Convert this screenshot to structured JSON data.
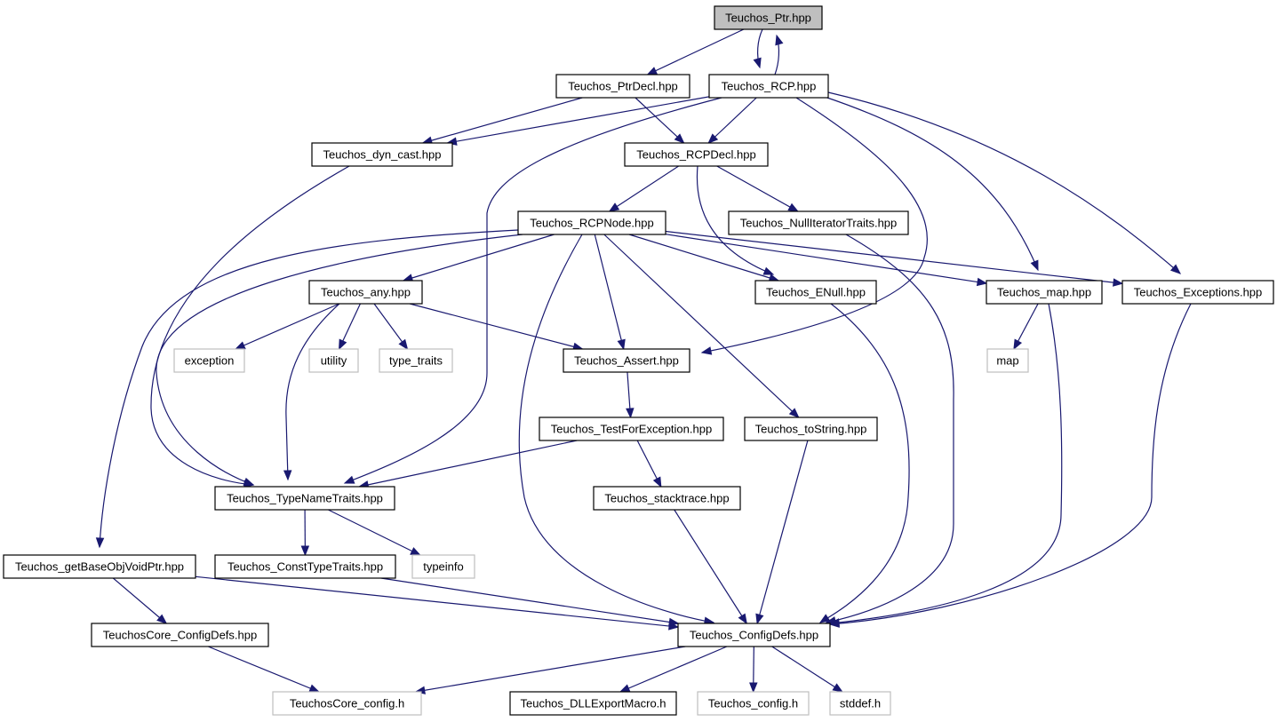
{
  "nodes": [
    {
      "id": "ptr",
      "label": "Teuchos_Ptr.hpp",
      "kind": "root"
    },
    {
      "id": "ptrdecl",
      "label": "Teuchos_PtrDecl.hpp",
      "kind": "file"
    },
    {
      "id": "rcp",
      "label": "Teuchos_RCP.hpp",
      "kind": "file"
    },
    {
      "id": "dyncast",
      "label": "Teuchos_dyn_cast.hpp",
      "kind": "file"
    },
    {
      "id": "rcpdecl",
      "label": "Teuchos_RCPDecl.hpp",
      "kind": "file"
    },
    {
      "id": "rcpnode",
      "label": "Teuchos_RCPNode.hpp",
      "kind": "file"
    },
    {
      "id": "nulliter",
      "label": "Teuchos_NullIteratorTraits.hpp",
      "kind": "file"
    },
    {
      "id": "any",
      "label": "Teuchos_any.hpp",
      "kind": "file"
    },
    {
      "id": "enull",
      "label": "Teuchos_ENull.hpp",
      "kind": "file"
    },
    {
      "id": "tmap",
      "label": "Teuchos_map.hpp",
      "kind": "file"
    },
    {
      "id": "exceptions",
      "label": "Teuchos_Exceptions.hpp",
      "kind": "file"
    },
    {
      "id": "exception",
      "label": "exception",
      "kind": "external"
    },
    {
      "id": "utility",
      "label": "utility",
      "kind": "external"
    },
    {
      "id": "typetraits",
      "label": "type_traits",
      "kind": "external"
    },
    {
      "id": "assert",
      "label": "Teuchos_Assert.hpp",
      "kind": "file"
    },
    {
      "id": "map",
      "label": "map",
      "kind": "external"
    },
    {
      "id": "testforexc",
      "label": "Teuchos_TestForException.hpp",
      "kind": "file"
    },
    {
      "id": "tostring",
      "label": "Teuchos_toString.hpp",
      "kind": "file"
    },
    {
      "id": "typenametraits",
      "label": "Teuchos_TypeNameTraits.hpp",
      "kind": "file"
    },
    {
      "id": "stacktrace",
      "label": "Teuchos_stacktrace.hpp",
      "kind": "file"
    },
    {
      "id": "getbaseobj",
      "label": "Teuchos_getBaseObjVoidPtr.hpp",
      "kind": "file"
    },
    {
      "id": "consttypetraits",
      "label": "Teuchos_ConstTypeTraits.hpp",
      "kind": "file"
    },
    {
      "id": "typeinfo",
      "label": "typeinfo",
      "kind": "external"
    },
    {
      "id": "coreconfigdefs",
      "label": "TeuchosCore_ConfigDefs.hpp",
      "kind": "file"
    },
    {
      "id": "configdefs",
      "label": "Teuchos_ConfigDefs.hpp",
      "kind": "file"
    },
    {
      "id": "coreconfig",
      "label": "TeuchosCore_config.h",
      "kind": "external"
    },
    {
      "id": "dllexport",
      "label": "Teuchos_DLLExportMacro.h",
      "kind": "file"
    },
    {
      "id": "tconfig",
      "label": "Teuchos_config.h",
      "kind": "external"
    },
    {
      "id": "stddef",
      "label": "stddef.h",
      "kind": "external"
    }
  ],
  "edges": [
    {
      "from": "ptr",
      "to": "ptrdecl"
    },
    {
      "from": "ptr",
      "to": "rcp"
    },
    {
      "from": "rcp",
      "to": "ptr"
    },
    {
      "from": "ptrdecl",
      "to": "dyncast"
    },
    {
      "from": "ptrdecl",
      "to": "rcpdecl"
    },
    {
      "from": "rcp",
      "to": "dyncast"
    },
    {
      "from": "rcp",
      "to": "rcpdecl"
    },
    {
      "from": "rcp",
      "to": "typenametraits"
    },
    {
      "from": "rcp",
      "to": "assert"
    },
    {
      "from": "rcp",
      "to": "tmap"
    },
    {
      "from": "rcp",
      "to": "exceptions"
    },
    {
      "from": "dyncast",
      "to": "typenametraits"
    },
    {
      "from": "rcpdecl",
      "to": "rcpnode"
    },
    {
      "from": "rcpdecl",
      "to": "nulliter"
    },
    {
      "from": "rcpdecl",
      "to": "enull"
    },
    {
      "from": "rcpnode",
      "to": "any"
    },
    {
      "from": "rcpnode",
      "to": "typenametraits"
    },
    {
      "from": "rcpnode",
      "to": "getbaseobj"
    },
    {
      "from": "rcpnode",
      "to": "assert"
    },
    {
      "from": "rcpnode",
      "to": "enull"
    },
    {
      "from": "rcpnode",
      "to": "tmap"
    },
    {
      "from": "rcpnode",
      "to": "exceptions"
    },
    {
      "from": "rcpnode",
      "to": "tostring"
    },
    {
      "from": "rcpnode",
      "to": "configdefs"
    },
    {
      "from": "nulliter",
      "to": "configdefs"
    },
    {
      "from": "any",
      "to": "exception"
    },
    {
      "from": "any",
      "to": "utility"
    },
    {
      "from": "any",
      "to": "typetraits"
    },
    {
      "from": "any",
      "to": "assert"
    },
    {
      "from": "any",
      "to": "typenametraits"
    },
    {
      "from": "enull",
      "to": "configdefs"
    },
    {
      "from": "tmap",
      "to": "map"
    },
    {
      "from": "tmap",
      "to": "configdefs"
    },
    {
      "from": "exceptions",
      "to": "configdefs"
    },
    {
      "from": "assert",
      "to": "testforexc"
    },
    {
      "from": "testforexc",
      "to": "typenametraits"
    },
    {
      "from": "testforexc",
      "to": "stacktrace"
    },
    {
      "from": "tostring",
      "to": "configdefs"
    },
    {
      "from": "typenametraits",
      "to": "consttypetraits"
    },
    {
      "from": "typenametraits",
      "to": "typeinfo"
    },
    {
      "from": "stacktrace",
      "to": "configdefs"
    },
    {
      "from": "getbaseobj",
      "to": "coreconfigdefs"
    },
    {
      "from": "getbaseobj",
      "to": "configdefs"
    },
    {
      "from": "consttypetraits",
      "to": "configdefs"
    },
    {
      "from": "coreconfigdefs",
      "to": "coreconfig"
    },
    {
      "from": "configdefs",
      "to": "coreconfig"
    },
    {
      "from": "configdefs",
      "to": "dllexport"
    },
    {
      "from": "configdefs",
      "to": "tconfig"
    },
    {
      "from": "configdefs",
      "to": "stddef"
    }
  ]
}
